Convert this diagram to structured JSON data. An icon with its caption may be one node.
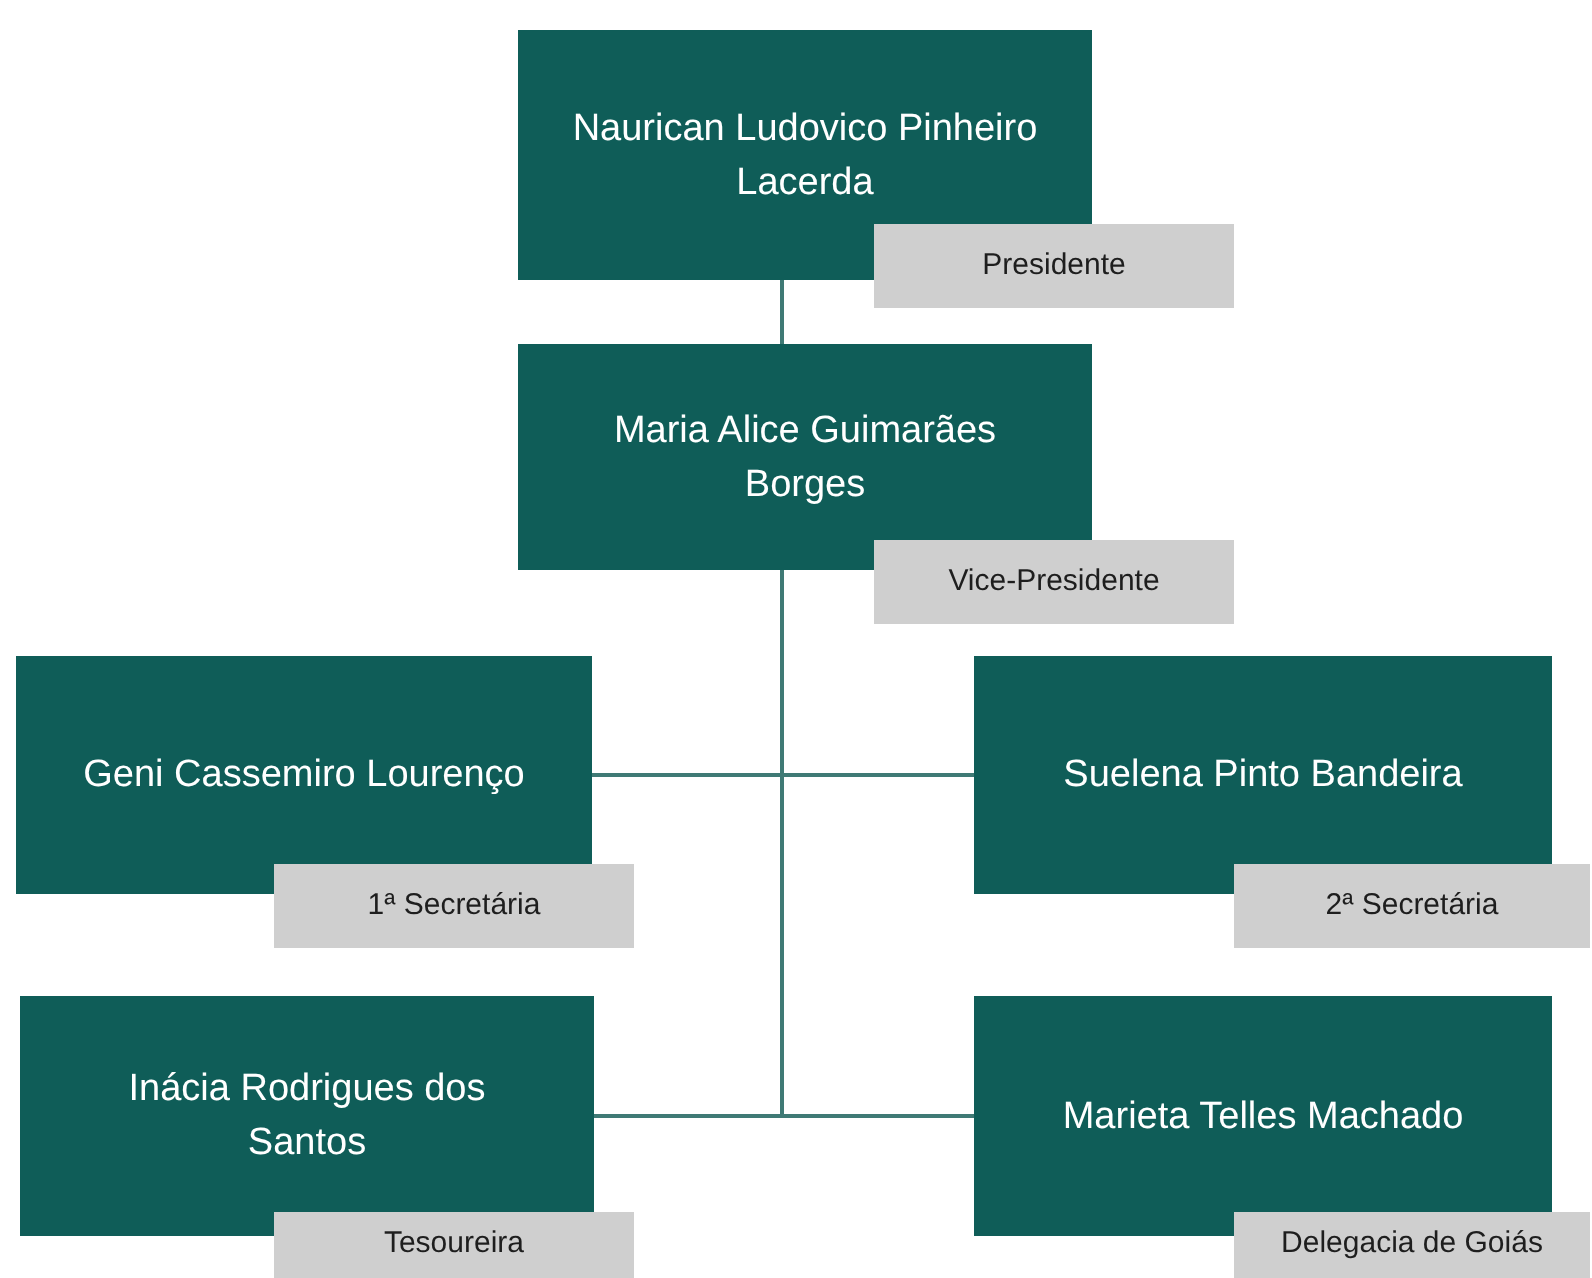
{
  "diagram": {
    "nodes": [
      {
        "text": [
          "Naurican Ludovico Pinheiro Lacerda"
        ]
      },
      {
        "text": [
          "Presidente"
        ]
      },
      {
        "text": [
          "Maria Alice Guimarães Borges"
        ]
      },
      {
        "text": [
          "Vice-Presidente"
        ]
      },
      {
        "text": [
          "Geni Cassemiro Lourenço"
        ]
      },
      {
        "text": [
          "1ª Secretária"
        ]
      },
      {
        "text": [
          "Suelena Pinto Bandeira"
        ]
      },
      {
        "text": [
          "2ª Secretária"
        ]
      },
      {
        "text": [
          "Inácia Rodrigues dos Santos"
        ]
      },
      {
        "text": [
          "Tesoureira"
        ]
      },
      {
        "text": [
          "Marieta Telles Machado"
        ]
      },
      {
        "text": [
          "Delegacia de Goiás"
        ]
      }
    ],
    "edges": [
      {
        "from": 0,
        "to": 2,
        "arrow": "none"
      },
      {
        "from": 2,
        "to": 4,
        "arrow": "none"
      },
      {
        "from": 2,
        "to": 6,
        "arrow": "none"
      },
      {
        "from": 2,
        "to": 8,
        "arrow": "none"
      },
      {
        "from": 2,
        "to": 10,
        "arrow": "none"
      }
    ]
  }
}
